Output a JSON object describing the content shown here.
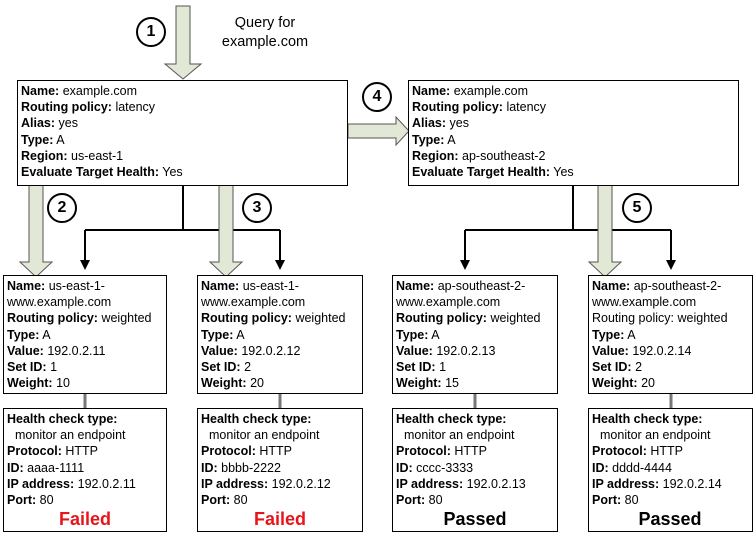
{
  "query_label": [
    "Query for",
    "example.com"
  ],
  "steps": [
    "1",
    "2",
    "3",
    "4",
    "5"
  ],
  "alias_records": [
    {
      "name": "example.com",
      "routing_policy": "latency",
      "alias": "yes",
      "type": "A",
      "region": "us-east-1",
      "evaluate_target_health": "Yes"
    },
    {
      "name": "example.com",
      "routing_policy": "latency",
      "alias": "yes",
      "type": "A",
      "region": "ap-southeast-2",
      "evaluate_target_health": "Yes"
    }
  ],
  "weighted_records": [
    {
      "name_line1": "us-east-1-",
      "name_line2": "www.example.com",
      "routing_policy": "weighted",
      "type": "A",
      "value": "192.0.2.11",
      "set_id": "1",
      "weight": "10"
    },
    {
      "name_line1": "us-east-1-",
      "name_line2": "www.example.com",
      "routing_policy": "weighted",
      "type": "A",
      "value": "192.0.2.12",
      "set_id": "2",
      "weight": "20"
    },
    {
      "name_line1": "ap-southeast-2-",
      "name_line2": "www.example.com",
      "routing_policy": "weighted",
      "type": "A",
      "value": "192.0.2.13",
      "set_id": "1",
      "weight": "15"
    },
    {
      "name_line1": "ap-southeast-2-",
      "name_line2": "www.example.com",
      "routing_policy": "weighted",
      "type": "A",
      "value": "192.0.2.14",
      "set_id": "2",
      "weight": "20"
    }
  ],
  "health_checks": [
    {
      "type": "monitor an endpoint",
      "protocol": "HTTP",
      "id": "aaaa-1111",
      "ip_address": "192.0.2.11",
      "port": "80",
      "status": "Failed",
      "status_color": "#e8141a"
    },
    {
      "type": "monitor an endpoint",
      "protocol": "HTTP",
      "id": "bbbb-2222",
      "ip_address": "192.0.2.12",
      "port": "80",
      "status": "Failed",
      "status_color": "#e8141a"
    },
    {
      "type": "monitor an endpoint",
      "protocol": "HTTP",
      "id": "cccc-3333",
      "ip_address": "192.0.2.13",
      "port": "80",
      "status": "Passed",
      "status_color": "#000000"
    },
    {
      "type": "monitor an endpoint",
      "protocol": "HTTP",
      "id": "dddd-4444",
      "ip_address": "192.0.2.14",
      "port": "80",
      "status": "Passed",
      "status_color": "#000000"
    }
  ],
  "labels": {
    "name": "Name:",
    "routing_policy": "Routing policy:",
    "alias": "Alias:",
    "type": "Type:",
    "region": "Region:",
    "evaluate_target_health": "Evaluate Target Health:",
    "value": "Value:",
    "set_id": "Set ID:",
    "weight": "Weight:",
    "health_check_type": "Health check type:",
    "protocol": "Protocol:",
    "id": "ID:",
    "ip_address": "IP address:",
    "port": "Port:"
  },
  "colors": {
    "arrow_fill": "#e2e8d6",
    "fail": "#e8141a",
    "pass": "#000000"
  }
}
